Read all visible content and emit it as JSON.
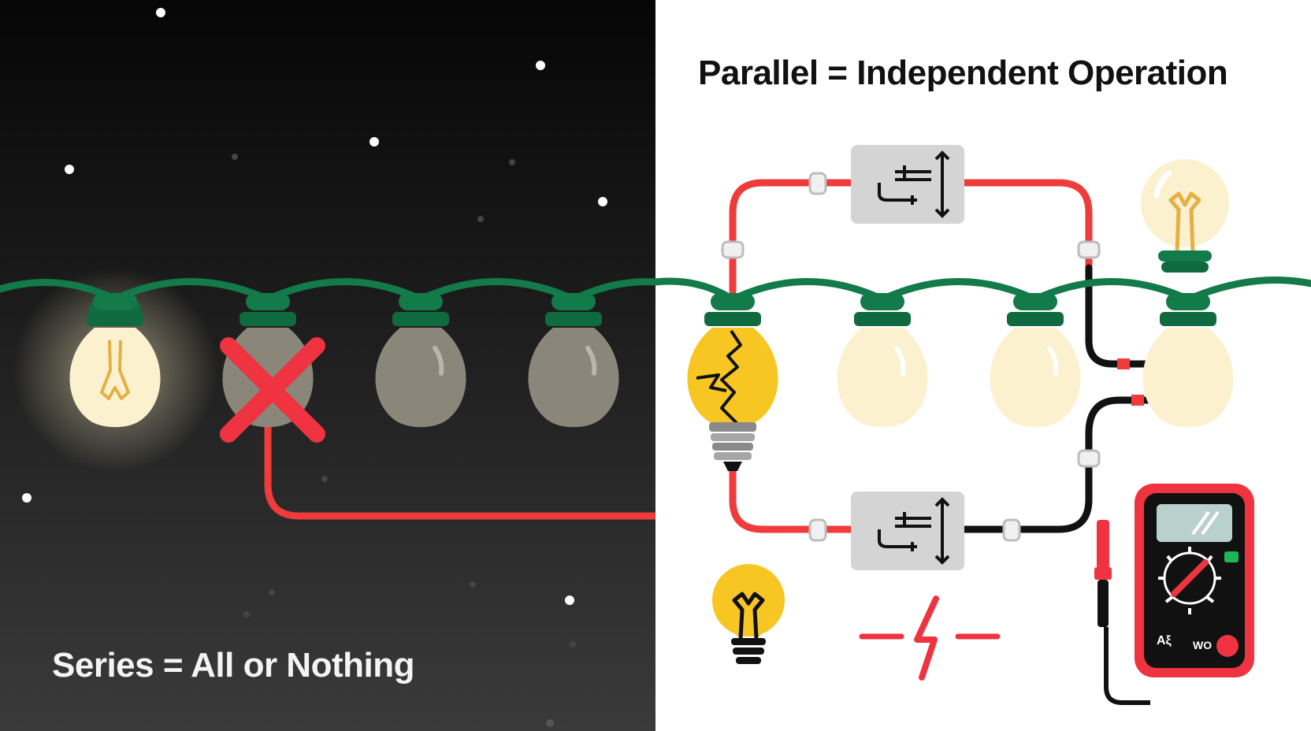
{
  "series_panel": {
    "caption": "Series = All or Nothing",
    "background_colors": [
      "#060606",
      "#3a3a3a"
    ],
    "bulbs": [
      {
        "state": "lit"
      },
      {
        "state": "broken",
        "marker": "x-mark-icon"
      },
      {
        "state": "off"
      },
      {
        "state": "off"
      }
    ]
  },
  "parallel_panel": {
    "caption": "Parallel = Independent Operation",
    "background_color": "#ffffff",
    "bulbs": [
      {
        "state": "cracked"
      },
      {
        "state": "lit"
      },
      {
        "state": "lit"
      },
      {
        "state": "lit"
      }
    ],
    "extra_icons": [
      "spare-bulb-icon",
      "switch-box-icon",
      "switch-box-icon",
      "lightning-icon",
      "multimeter-icon"
    ]
  },
  "multimeter": {
    "label_left": "Aξ",
    "label_right": "WO"
  },
  "colors": {
    "wire_green": "#137a4a",
    "wire_red": "#ef3b3b",
    "wire_black": "#111111",
    "bulb_lit": "#fbf1cf",
    "bulb_off": "#8a877a",
    "bulb_yellow": "#f7c623",
    "cross_red": "#ef3340",
    "switch_grey": "#d4d4d4"
  }
}
